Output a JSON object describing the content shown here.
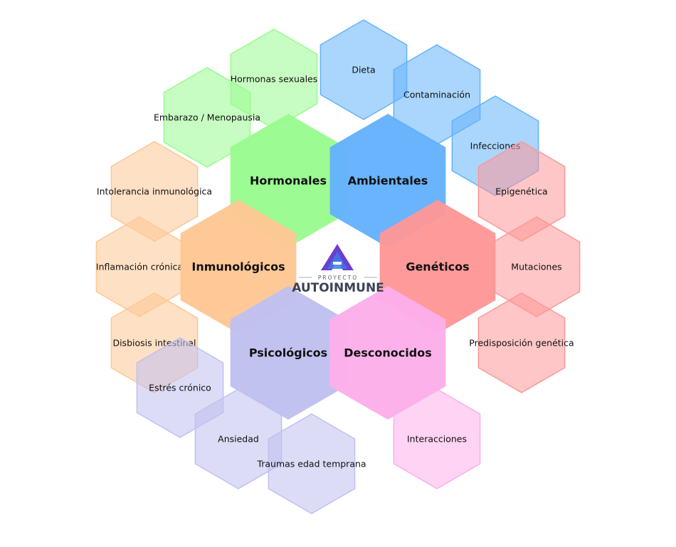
{
  "colors": {
    "ambientales": "#64b2fc",
    "hormonales": "#99fb8f",
    "geneticos": "#fe9797",
    "inmunologicos": "#fec794",
    "psicologicos": "#c0c0f0",
    "desconocidos": "#fdaeea",
    "logo_purple": "#6b3fd0",
    "logo_blue": "#3d7be8",
    "logo_text": "#3c4356"
  },
  "logo": {
    "small_text": "PROYECTO",
    "big_text": "AUTOINMUNE"
  },
  "categories": [
    {
      "id": "hormonales",
      "label": "Hormonales",
      "color_key": "hormonales",
      "subs": [
        "Hormonas sexuales",
        "Embarazo / Menopausia"
      ]
    },
    {
      "id": "ambientales",
      "label": "Ambientales",
      "color_key": "ambientales",
      "subs": [
        "Dieta",
        "Contaminación",
        "Infecciones"
      ]
    },
    {
      "id": "geneticos",
      "label": "Genéticos",
      "color_key": "geneticos",
      "subs": [
        "Epigenética",
        "Mutaciones",
        "Predisposición genética"
      ]
    },
    {
      "id": "inmunologicos",
      "label": "Inmunológicos",
      "color_key": "inmunologicos",
      "subs": [
        "Intolerancia inmunológica",
        "Inflamación crónica",
        "Disbiosis intestinal"
      ]
    },
    {
      "id": "psicologicos",
      "label": "Psicológicos",
      "color_key": "psicologicos",
      "subs": [
        "Estrés crónico",
        "Ansiedad",
        "Traumas edad temprana"
      ]
    },
    {
      "id": "desconocidos",
      "label": "Desconocidos",
      "color_key": "desconocidos",
      "subs": [
        "Interacciones"
      ]
    }
  ]
}
